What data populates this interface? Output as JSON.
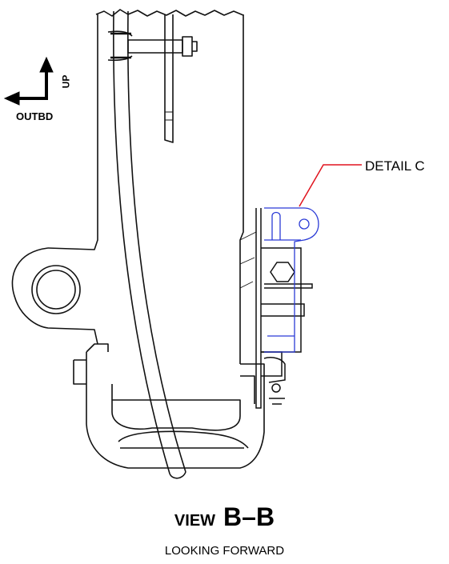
{
  "orientation": {
    "up_label": "UP",
    "outboard_label": "OUTBD"
  },
  "callout": {
    "label": "DETAIL C",
    "leader_color": "#e0141e",
    "detail_color": "#2b3bd6"
  },
  "view": {
    "prefix": "VIEW",
    "id": "B–B",
    "subtitle": "LOOKING FORWARD"
  },
  "icons": [
    "arrow-up-icon",
    "arrow-left-icon"
  ],
  "colors": {
    "line": "#111111",
    "background": "#ffffff"
  }
}
